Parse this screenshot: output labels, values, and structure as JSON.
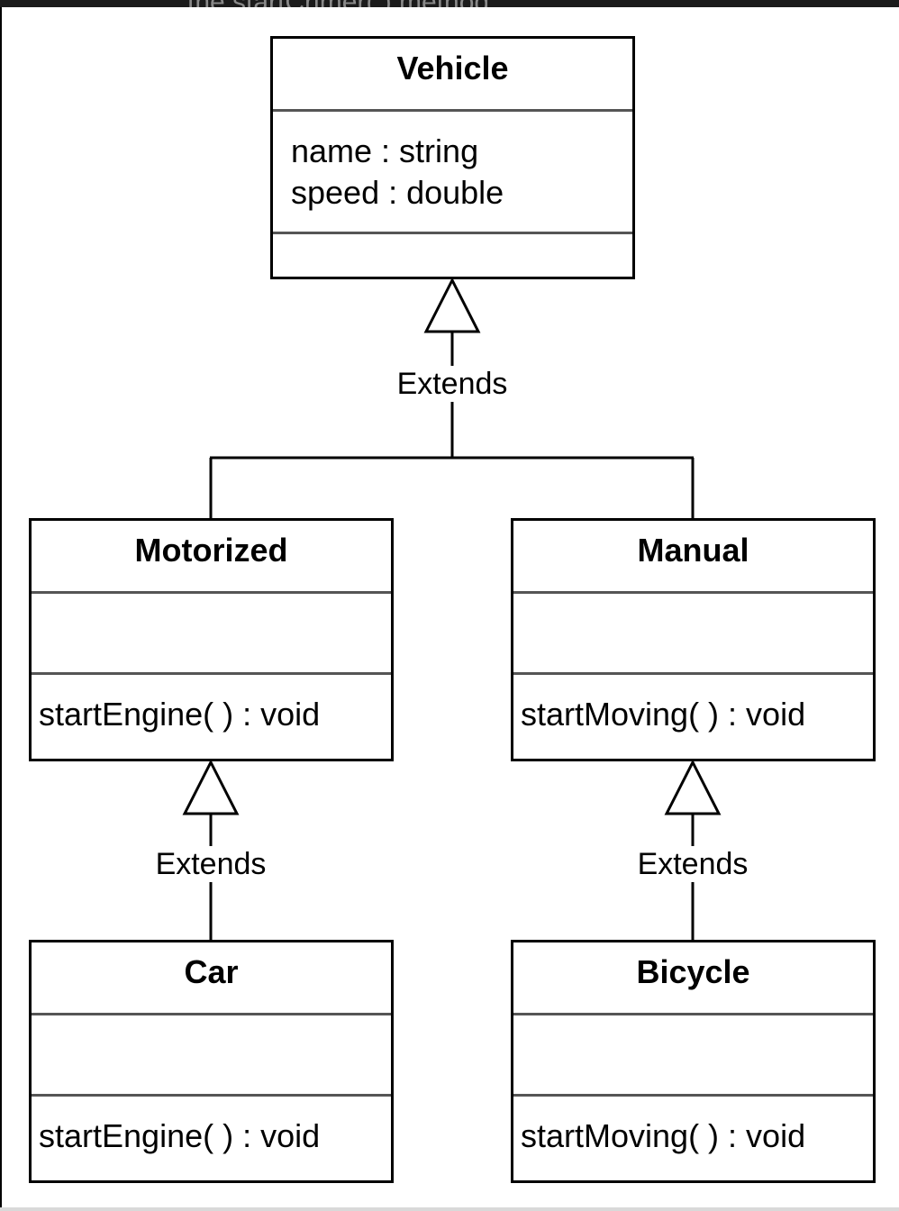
{
  "header": {
    "cut_off_text": "the startCrimer( ) method"
  },
  "classes": {
    "vehicle": {
      "name": "Vehicle",
      "attributes": [
        "name : string",
        "speed : double"
      ],
      "operations": []
    },
    "motorized": {
      "name": "Motorized",
      "attributes": [],
      "operations": [
        "startEngine( ) : void"
      ]
    },
    "manual": {
      "name": "Manual",
      "attributes": [],
      "operations": [
        "startMoving( ) : void"
      ]
    },
    "car": {
      "name": "Car",
      "attributes": [],
      "operations": [
        "startEngine( ) : void"
      ]
    },
    "bicycle": {
      "name": "Bicycle",
      "attributes": [],
      "operations": [
        "startMoving( ) : void"
      ]
    }
  },
  "relations": [
    {
      "from": "Motorized",
      "to": "Vehicle",
      "label": "Extends"
    },
    {
      "from": "Manual",
      "to": "Vehicle",
      "label": "Extends"
    },
    {
      "from": "Car",
      "to": "Motorized",
      "label": "Extends"
    },
    {
      "from": "Bicycle",
      "to": "Manual",
      "label": "Extends"
    }
  ]
}
